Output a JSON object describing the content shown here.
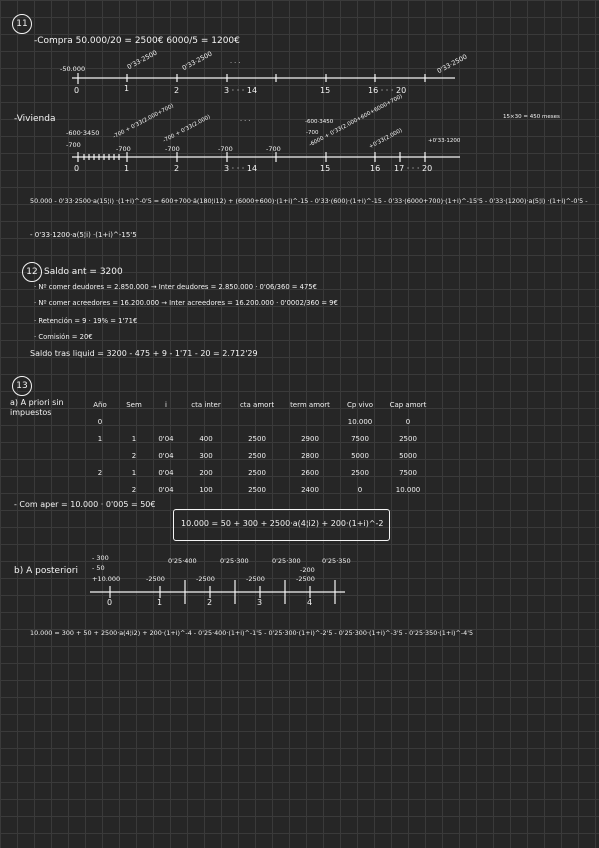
{
  "ex11": {
    "number": "11",
    "compra_line": "-Compra 50.000/20 = 2500€ 6000/5 = 1200€",
    "compra_above": [
      "0'33·2500",
      "0'33·2500",
      "· · ·",
      "0'33·2500"
    ],
    "compra_left": "-50.000",
    "compra_ticks": [
      "0",
      "1",
      "2",
      "3 · · · 14",
      "15",
      "16 · · · 20"
    ],
    "vivienda_label": "-Vivienda",
    "vivienda_left": [
      "-600·3450",
      "-700"
    ],
    "vivienda_above": [
      "-700 + 0'33(2.000+700)",
      "-700 + 0'33(2.000)",
      "· · ·",
      "-600·3450",
      "-700",
      "-6000 + 0'33(2.000+600+6000+700)",
      "+0'33(2.000)",
      "+0'33·1200"
    ],
    "vivienda_right": "15×30 = 450 meses",
    "vivienda_ticks": [
      "0",
      "1",
      "2",
      "3 · · · 14",
      "15",
      "16",
      "17 · · · 20"
    ],
    "vivienda_below": [
      "-700",
      "-700",
      "-700",
      "-700"
    ],
    "equation": "50.000 - 0'33·2500·a(15¦i) ·(1+i)^-0'5 = 600+700·ä(180¦i12) + (6000+600)·(1+i)^-15 - 0'33·(600)·(1+i)^-15 - 0'33·(6000+700)·(1+i)^-15'5 - 0'33·(1200)·a(5¦i) ·(1+i)^-0'5 -",
    "equation2": "- 0'33·1200·a(5¦i) ·(1+i)^-15'5"
  },
  "ex12": {
    "number": "12",
    "title": "Saldo ant = 3200",
    "lines": [
      "· Nº comer deudores = 2.850.000 → Inter deudores = 2.850.000 · 0'06/360 = 475€",
      "· Nº comer acreedores = 16.200.000 → Inter acreedores = 16.200.000 · 0'0002/360 = 9€",
      "· Retención = 9 · 19% = 1'71€",
      "· Comisión = 20€"
    ],
    "saldo": "Saldo tras liquid = 3200 - 475 + 9 - 1'71 - 20 = 2.712'29"
  },
  "ex13": {
    "number": "13",
    "a_label": "a) A priori sin impuestos",
    "headers": [
      "Año",
      "Sem",
      "i",
      "cta inter",
      "cta amort",
      "term amort",
      "Cp vivo",
      "Cap amort"
    ],
    "rows": [
      [
        "0",
        "",
        "",
        "",
        "",
        "",
        "10.000",
        "0"
      ],
      [
        "1",
        "1",
        "0'04",
        "400",
        "2500",
        "2900",
        "7500",
        "2500"
      ],
      [
        "",
        "2",
        "0'04",
        "300",
        "2500",
        "2800",
        "5000",
        "5000"
      ],
      [
        "2",
        "1",
        "0'04",
        "200",
        "2500",
        "2600",
        "2500",
        "7500"
      ],
      [
        "",
        "2",
        "0'04",
        "100",
        "2500",
        "2400",
        "0",
        "10.000"
      ]
    ],
    "comision": "- Com aper = 10.000 · 0'005 = 50€",
    "boxed": "10.000 = 50 + 300 + 2500·a(4¦i2) + 200·(1+i)^-2",
    "b_label": "b) A posteriori",
    "b_left": [
      "- 300",
      "- 50",
      "+10.000"
    ],
    "b_above": [
      "0'25·400",
      "0'25·300",
      "0'25·300",
      "0'25·350",
      "-200"
    ],
    "b_below": [
      "-2500",
      "-2500",
      "-2500",
      "-2500"
    ],
    "b_ticks": [
      "0",
      "1",
      "2",
      "3",
      "4"
    ],
    "final": "10.000 = 300 + 50 + 2500·a(4¦i2) + 200·(1+i)^-4 - 0'25·400·(1+i)^-1'5 - 0'25·300·(1+i)^-2'5 - 0'25·300·(1+i)^-3'5 - 0'25·350·(1+i)^-4'5"
  }
}
